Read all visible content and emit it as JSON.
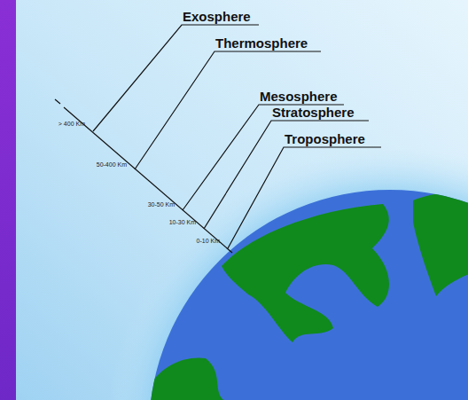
{
  "diagram": {
    "labels": [
      "Exosphere",
      "Thermosphere",
      "Mesosphere",
      "Stratosphere",
      "Troposphere",
      "> 400 Km",
      "50-400 Km",
      "30-50 Km",
      "10-30 Km",
      "0-10 Km"
    ]
  }
}
